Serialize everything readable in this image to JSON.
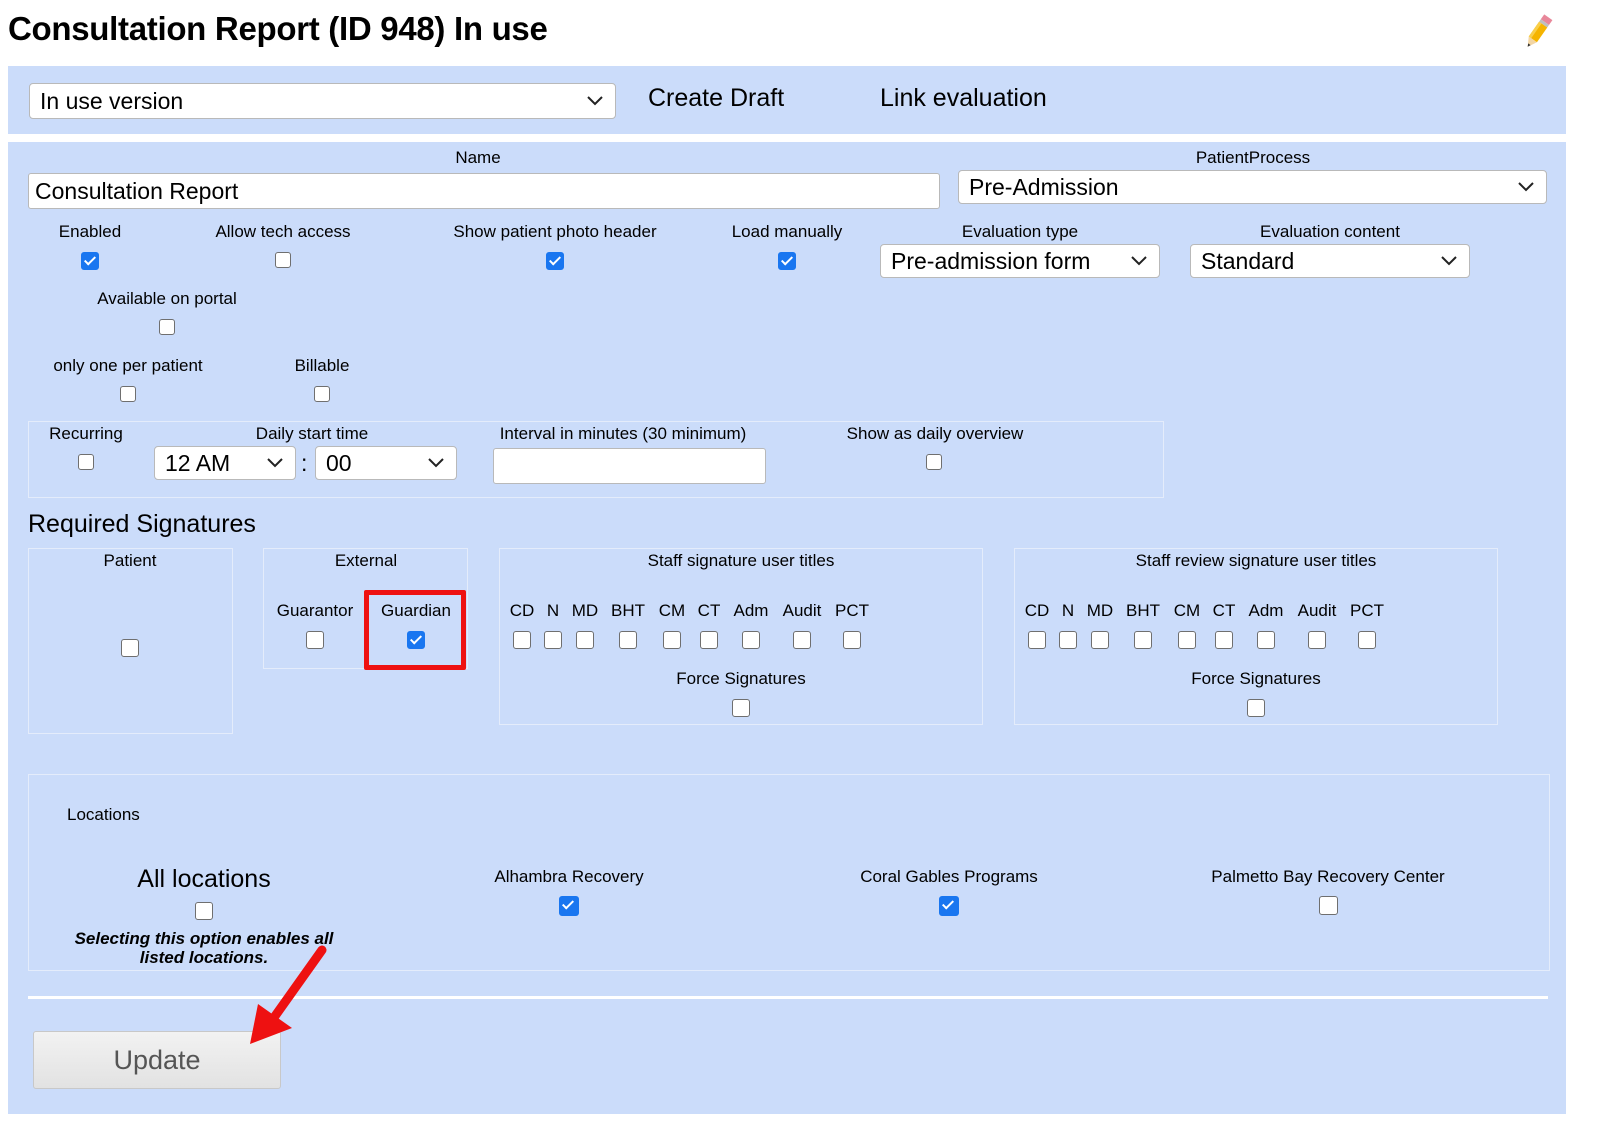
{
  "page": {
    "title": "Consultation Report (ID 948) In use",
    "edit_icon": "pencil-icon"
  },
  "toolbar": {
    "version_select": "In use version",
    "create_draft": "Create Draft",
    "link_evaluation": "Link evaluation"
  },
  "form": {
    "name_label": "Name",
    "name_value": "Consultation Report",
    "patient_process_label": "PatientProcess",
    "patient_process_value": "Pre-Admission",
    "enabled_label": "Enabled",
    "enabled": true,
    "allow_tech_label": "Allow tech access",
    "allow_tech": false,
    "show_photo_label": "Show patient photo header",
    "show_photo": true,
    "load_manually_label": "Load manually",
    "load_manually": true,
    "eval_type_label": "Evaluation type",
    "eval_type_value": "Pre-admission form",
    "eval_content_label": "Evaluation content",
    "eval_content_value": "Standard",
    "portal_label": "Available on portal",
    "portal": false,
    "one_per_patient_label": "only one per patient",
    "one_per_patient": false,
    "billable_label": "Billable",
    "billable": false
  },
  "recurring": {
    "recurring_label": "Recurring",
    "recurring": false,
    "start_time_label": "Daily start time",
    "hour_value": "12 AM",
    "separator": ":",
    "minute_value": "00",
    "interval_label": "Interval in minutes (30 minimum)",
    "interval_value": "",
    "daily_overview_label": "Show as daily overview",
    "daily_overview": false
  },
  "signatures": {
    "heading": "Required Signatures",
    "patient": {
      "label": "Patient",
      "checked": false
    },
    "external": {
      "label": "External",
      "guarantor_label": "Guarantor",
      "guarantor": false,
      "guardian_label": "Guardian",
      "guardian": true
    },
    "staff": {
      "label": "Staff signature user titles",
      "titles": [
        "CD",
        "N",
        "MD",
        "BHT",
        "CM",
        "CT",
        "Adm",
        "Audit",
        "PCT"
      ],
      "force_label": "Force Signatures",
      "force": false
    },
    "staff_review": {
      "label": "Staff review signature user titles",
      "titles": [
        "CD",
        "N",
        "MD",
        "BHT",
        "CM",
        "CT",
        "Adm",
        "Audit",
        "PCT"
      ],
      "force_label": "Force Signatures",
      "force": false
    }
  },
  "locations": {
    "label": "Locations",
    "all_label": "All locations",
    "all_checked": false,
    "all_note": "Selecting this option enables all listed locations.",
    "items": [
      {
        "label": "Alhambra Recovery",
        "checked": true
      },
      {
        "label": "Coral Gables Programs",
        "checked": true
      },
      {
        "label": "Palmetto Bay Recovery Center",
        "checked": false
      }
    ]
  },
  "actions": {
    "update": "Update"
  },
  "annotation": {
    "highlight_color": "#ee1111",
    "arrow_color": "#ee1111"
  },
  "colors": {
    "panel": "#cbdcfa",
    "checkbox_checked": "#1976f0"
  }
}
